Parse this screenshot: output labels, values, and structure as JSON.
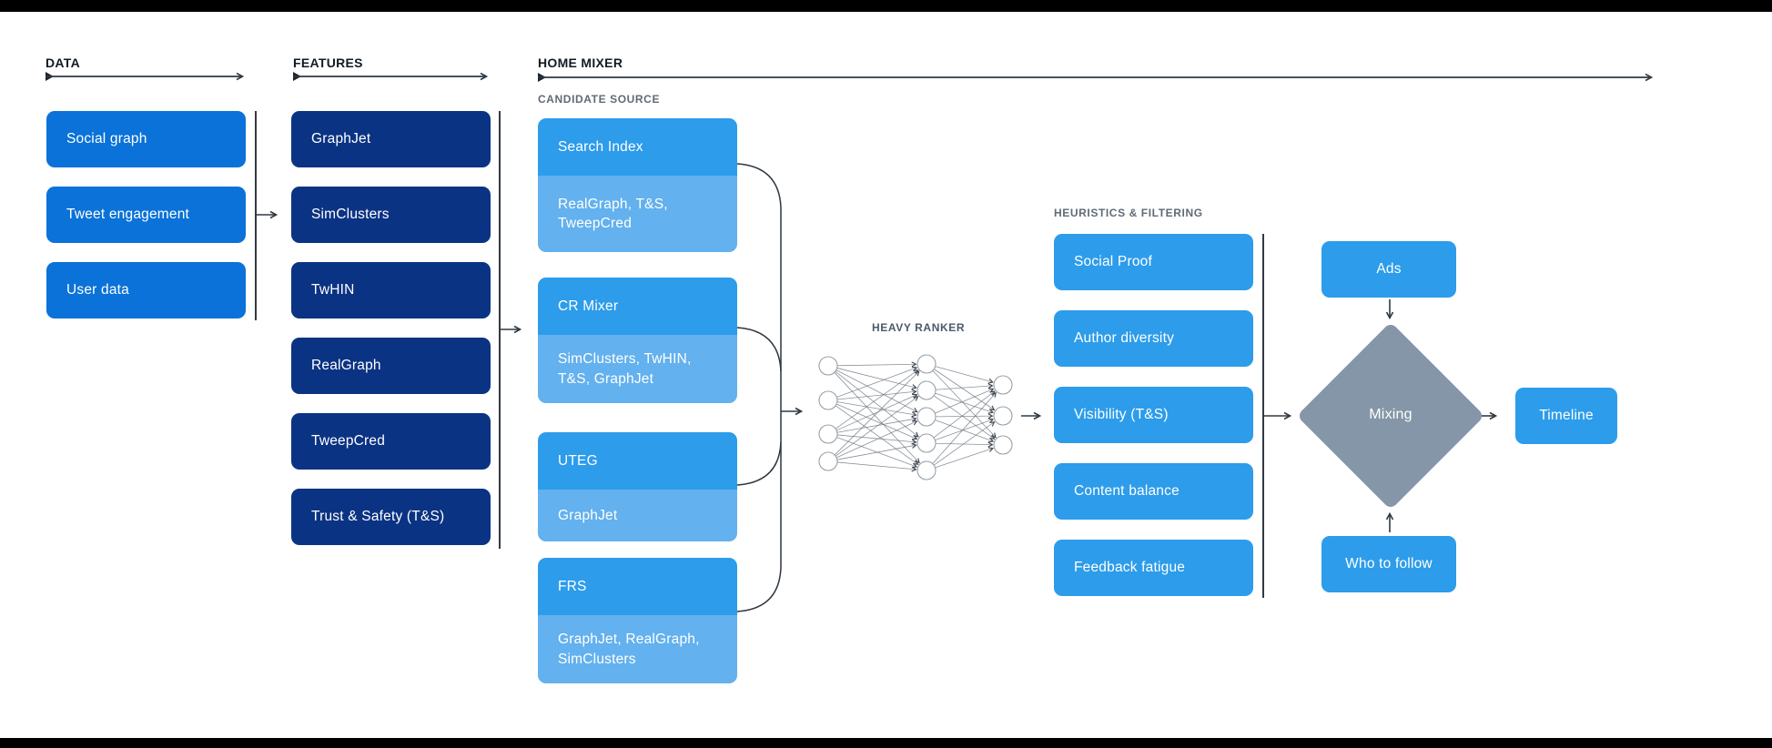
{
  "page": {
    "background": "#ffffff",
    "letterbox_bar_color": "#000000"
  },
  "colors": {
    "data_box_blue": "#0a72d8",
    "feature_box_navy": "#0b3383",
    "bright_blue": "#2d9cea",
    "light_blue_sub": "#63b1ee",
    "mixing_diamond_gray": "#8496a7",
    "header_text": "#101b26",
    "sub_label_gray": "#5f6b77",
    "arrow_line": "#2f3943"
  },
  "headers": {
    "data": "DATA",
    "features": "FEATURES",
    "home_mixer": "HOME MIXER"
  },
  "data_column": {
    "items": [
      "Social graph",
      "Tweet engagement",
      "User data"
    ]
  },
  "features_column": {
    "items": [
      "GraphJet",
      "SimClusters",
      "TwHIN",
      "RealGraph",
      "TweepCred",
      "Trust & Safety (T&S)"
    ]
  },
  "home_mixer": {
    "candidate_source_label": "CANDIDATE SOURCE",
    "sources": [
      {
        "name": "Search Index",
        "features": "RealGraph, T&S,\nTweepCred"
      },
      {
        "name": "CR Mixer",
        "features": "SimClusters, TwHIN,\nT&S, GraphJet"
      },
      {
        "name": "UTEG",
        "features": "GraphJet"
      },
      {
        "name": "FRS",
        "features": "GraphJet, RealGraph,\nSimClusters"
      }
    ],
    "heavy_ranker_label": "HEAVY RANKER",
    "heuristics_label": "HEURISTICS & FILTERING",
    "heuristics": [
      "Social Proof",
      "Author diversity",
      "Visibility (T&S)",
      "Content balance",
      "Feedback fatigue"
    ],
    "ads_label": "Ads",
    "mixing_label": "Mixing",
    "who_to_follow_label": "Who to follow",
    "timeline_label": "Timeline"
  }
}
